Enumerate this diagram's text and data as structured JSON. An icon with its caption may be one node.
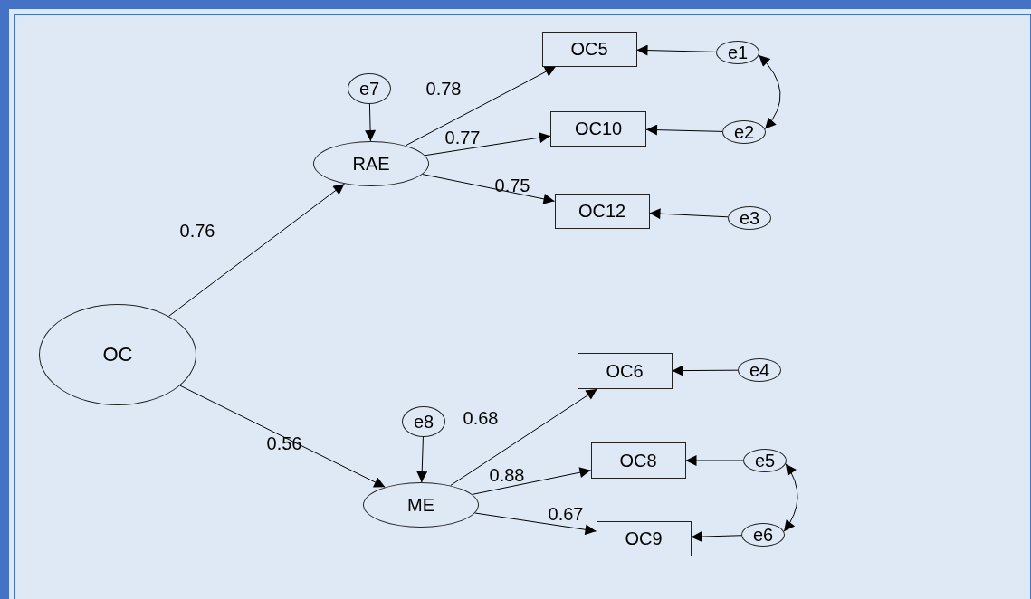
{
  "diagram": {
    "nodes": [
      {
        "text": [
          "OC"
        ]
      },
      {
        "text": [
          "RAE"
        ]
      },
      {
        "text": [
          "ME"
        ]
      },
      {
        "text": [
          "e7"
        ]
      },
      {
        "text": [
          "e8"
        ]
      },
      {
        "text": [
          "OC5"
        ]
      },
      {
        "text": [
          "OC10"
        ]
      },
      {
        "text": [
          "OC12"
        ]
      },
      {
        "text": [
          "OC6"
        ]
      },
      {
        "text": [
          "OC8"
        ]
      },
      {
        "text": [
          "OC9"
        ]
      },
      {
        "text": [
          "e1"
        ]
      },
      {
        "text": [
          "e2"
        ]
      },
      {
        "text": [
          "e3"
        ]
      },
      {
        "text": [
          "e4"
        ]
      },
      {
        "text": [
          "e5"
        ]
      },
      {
        "text": [
          "e6"
        ]
      }
    ],
    "edges": [
      {
        "from": 0,
        "to": 1,
        "arrow": "to",
        "label": "0.76"
      },
      {
        "from": 0,
        "to": 2,
        "arrow": "to",
        "label": "0.56"
      },
      {
        "from": 3,
        "to": 1,
        "arrow": "to"
      },
      {
        "from": 4,
        "to": 2,
        "arrow": "to"
      },
      {
        "from": 1,
        "to": 5,
        "arrow": "to",
        "label": "0.78"
      },
      {
        "from": 1,
        "to": 6,
        "arrow": "to",
        "label": "0.77"
      },
      {
        "from": 1,
        "to": 7,
        "arrow": "to",
        "label": "0.75"
      },
      {
        "from": 2,
        "to": 8,
        "arrow": "to",
        "label": "0.68"
      },
      {
        "from": 2,
        "to": 9,
        "arrow": "to",
        "label": "0.88"
      },
      {
        "from": 2,
        "to": 10,
        "arrow": "to",
        "label": "0.67"
      },
      {
        "from": 11,
        "to": 5,
        "arrow": "to"
      },
      {
        "from": 12,
        "to": 6,
        "arrow": "to"
      },
      {
        "from": 13,
        "to": 7,
        "arrow": "to"
      },
      {
        "from": 14,
        "to": 8,
        "arrow": "to"
      },
      {
        "from": 15,
        "to": 9,
        "arrow": "to"
      },
      {
        "from": 16,
        "to": 10,
        "arrow": "to"
      },
      {
        "from": 11,
        "to": 12,
        "arrow": "both"
      },
      {
        "from": 15,
        "to": 16,
        "arrow": "both"
      }
    ]
  }
}
